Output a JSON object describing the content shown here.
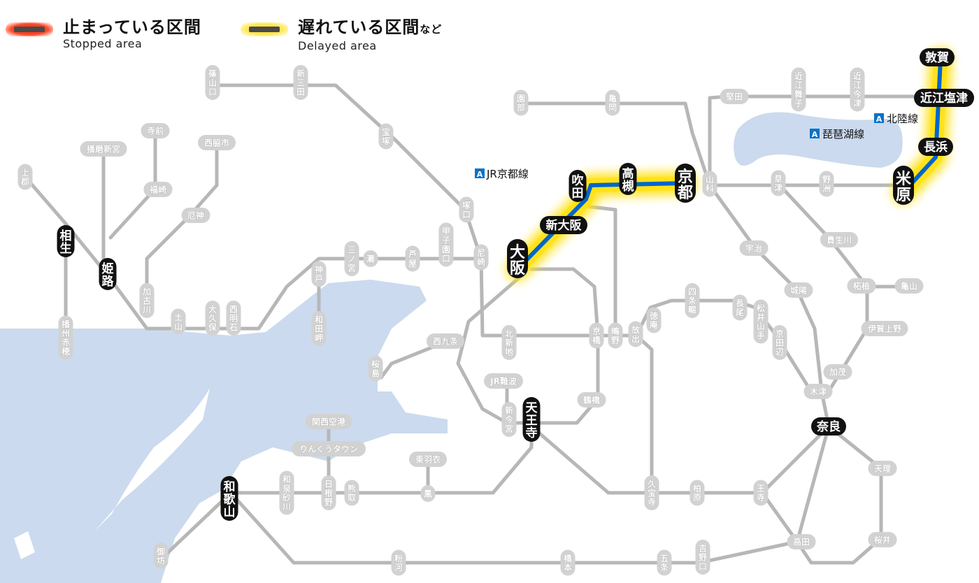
{
  "legend": {
    "stopped": {
      "jp": "止まっている区間",
      "en": "Stopped area",
      "color": "#ff3a1a"
    },
    "delayed": {
      "jp": "遅れている区間",
      "jp_suffix": "など",
      "en": "Delayed area",
      "color": "#ffe21a"
    }
  },
  "line_labels": {
    "kyoto_line": {
      "badge": "A",
      "name": "JR京都線"
    },
    "hokuriku_line": {
      "badge": "A",
      "name": "北陸線"
    },
    "biwako_line": {
      "badge": "A",
      "name": "琵琶湖線"
    }
  },
  "colors": {
    "water": "#cbdaee",
    "track": "#b7b7b7",
    "line_blue": "#0066cc",
    "delay_glow": "#ffe21a",
    "station_pill": "#d2d2d2",
    "major_station": "#111111",
    "badge": "#0a72c8"
  },
  "stations": {
    "sasayamaguchi": "篠山口",
    "shinsanda": "新三田",
    "takarazuka": "宝塚",
    "sonobe": "園部",
    "kameoka": "亀岡",
    "katata": "堅田",
    "omimaiko": "近江舞子",
    "omiimazu": "近江今津",
    "tsuruga": "敦賀",
    "omishiotsu": "近江塩津",
    "nagahama": "長浜",
    "maibara": "米原",
    "kyoto": "京都",
    "takatsuki": "高槻",
    "suita": "吹田",
    "shinosaka": "新大阪",
    "osaka": "大阪",
    "yamashina": "山科",
    "kusatsu": "草津",
    "yasu": "野洲",
    "kamigori": "上郡",
    "harimashingu": "播磨新宮",
    "teramae": "寺前",
    "nishiwakishi": "西脇市",
    "fukusaki": "福崎",
    "yakujin": "厄神",
    "aioi": "相生",
    "himeji": "姫路",
    "banshuako": "播州赤穂",
    "kakogawa": "加古川",
    "tsuchiyama": "土山",
    "okubo": "大久保",
    "nishiakashi": "西明石",
    "kobe": "神戸",
    "wadamisaki": "和田岬",
    "sannomiya": "三ノ宮",
    "nada": "灘",
    "ashiya": "芦屋",
    "koshienguchi": "甲子園口",
    "amagasaki": "尼崎",
    "tsukaguchi": "塚口",
    "nishikujo": "西九条",
    "sakurajima": "桜島",
    "kitashinchi": "北新地",
    "kyobashi": "京橋",
    "shigino": "鴫野",
    "hanaten": "放出",
    "jrnamba": "JR難波",
    "shinimamiya": "新今宮",
    "tennoji": "天王寺",
    "tsuruhashi": "鶴橋",
    "kansaiairport": "関西空港",
    "rinkutown": "りんくうタウン",
    "higashihagoromo": "東羽衣",
    "otori": "鳳",
    "hineno": "日根野",
    "kumatori": "熊取",
    "izumisunagawa": "和泉砂川",
    "wakayama": "和歌山",
    "gobo": "御坊",
    "kokawa": "粉河",
    "hashimoto": "橋本",
    "gojo": "五条",
    "yoshinoguchi": "吉野口",
    "takada": "高田",
    "oji": "王寺",
    "kashiwara": "柏原",
    "kyuhoji": "久宝寺",
    "tokuan": "徳庵",
    "shijonawate": "四条畷",
    "nagao": "長尾",
    "matsuiyamate": "松井山手",
    "kyotanabe": "京田辺",
    "uji": "宇治",
    "joyo": "城陽",
    "kizu": "木津",
    "nara": "奈良",
    "kamo": "加茂",
    "iga_ueno": "伊賀上野",
    "tsuge": "柘植",
    "kameyama": "亀山",
    "kibukawa": "貴生川",
    "tenri": "天理",
    "sakurai": "桜井"
  }
}
